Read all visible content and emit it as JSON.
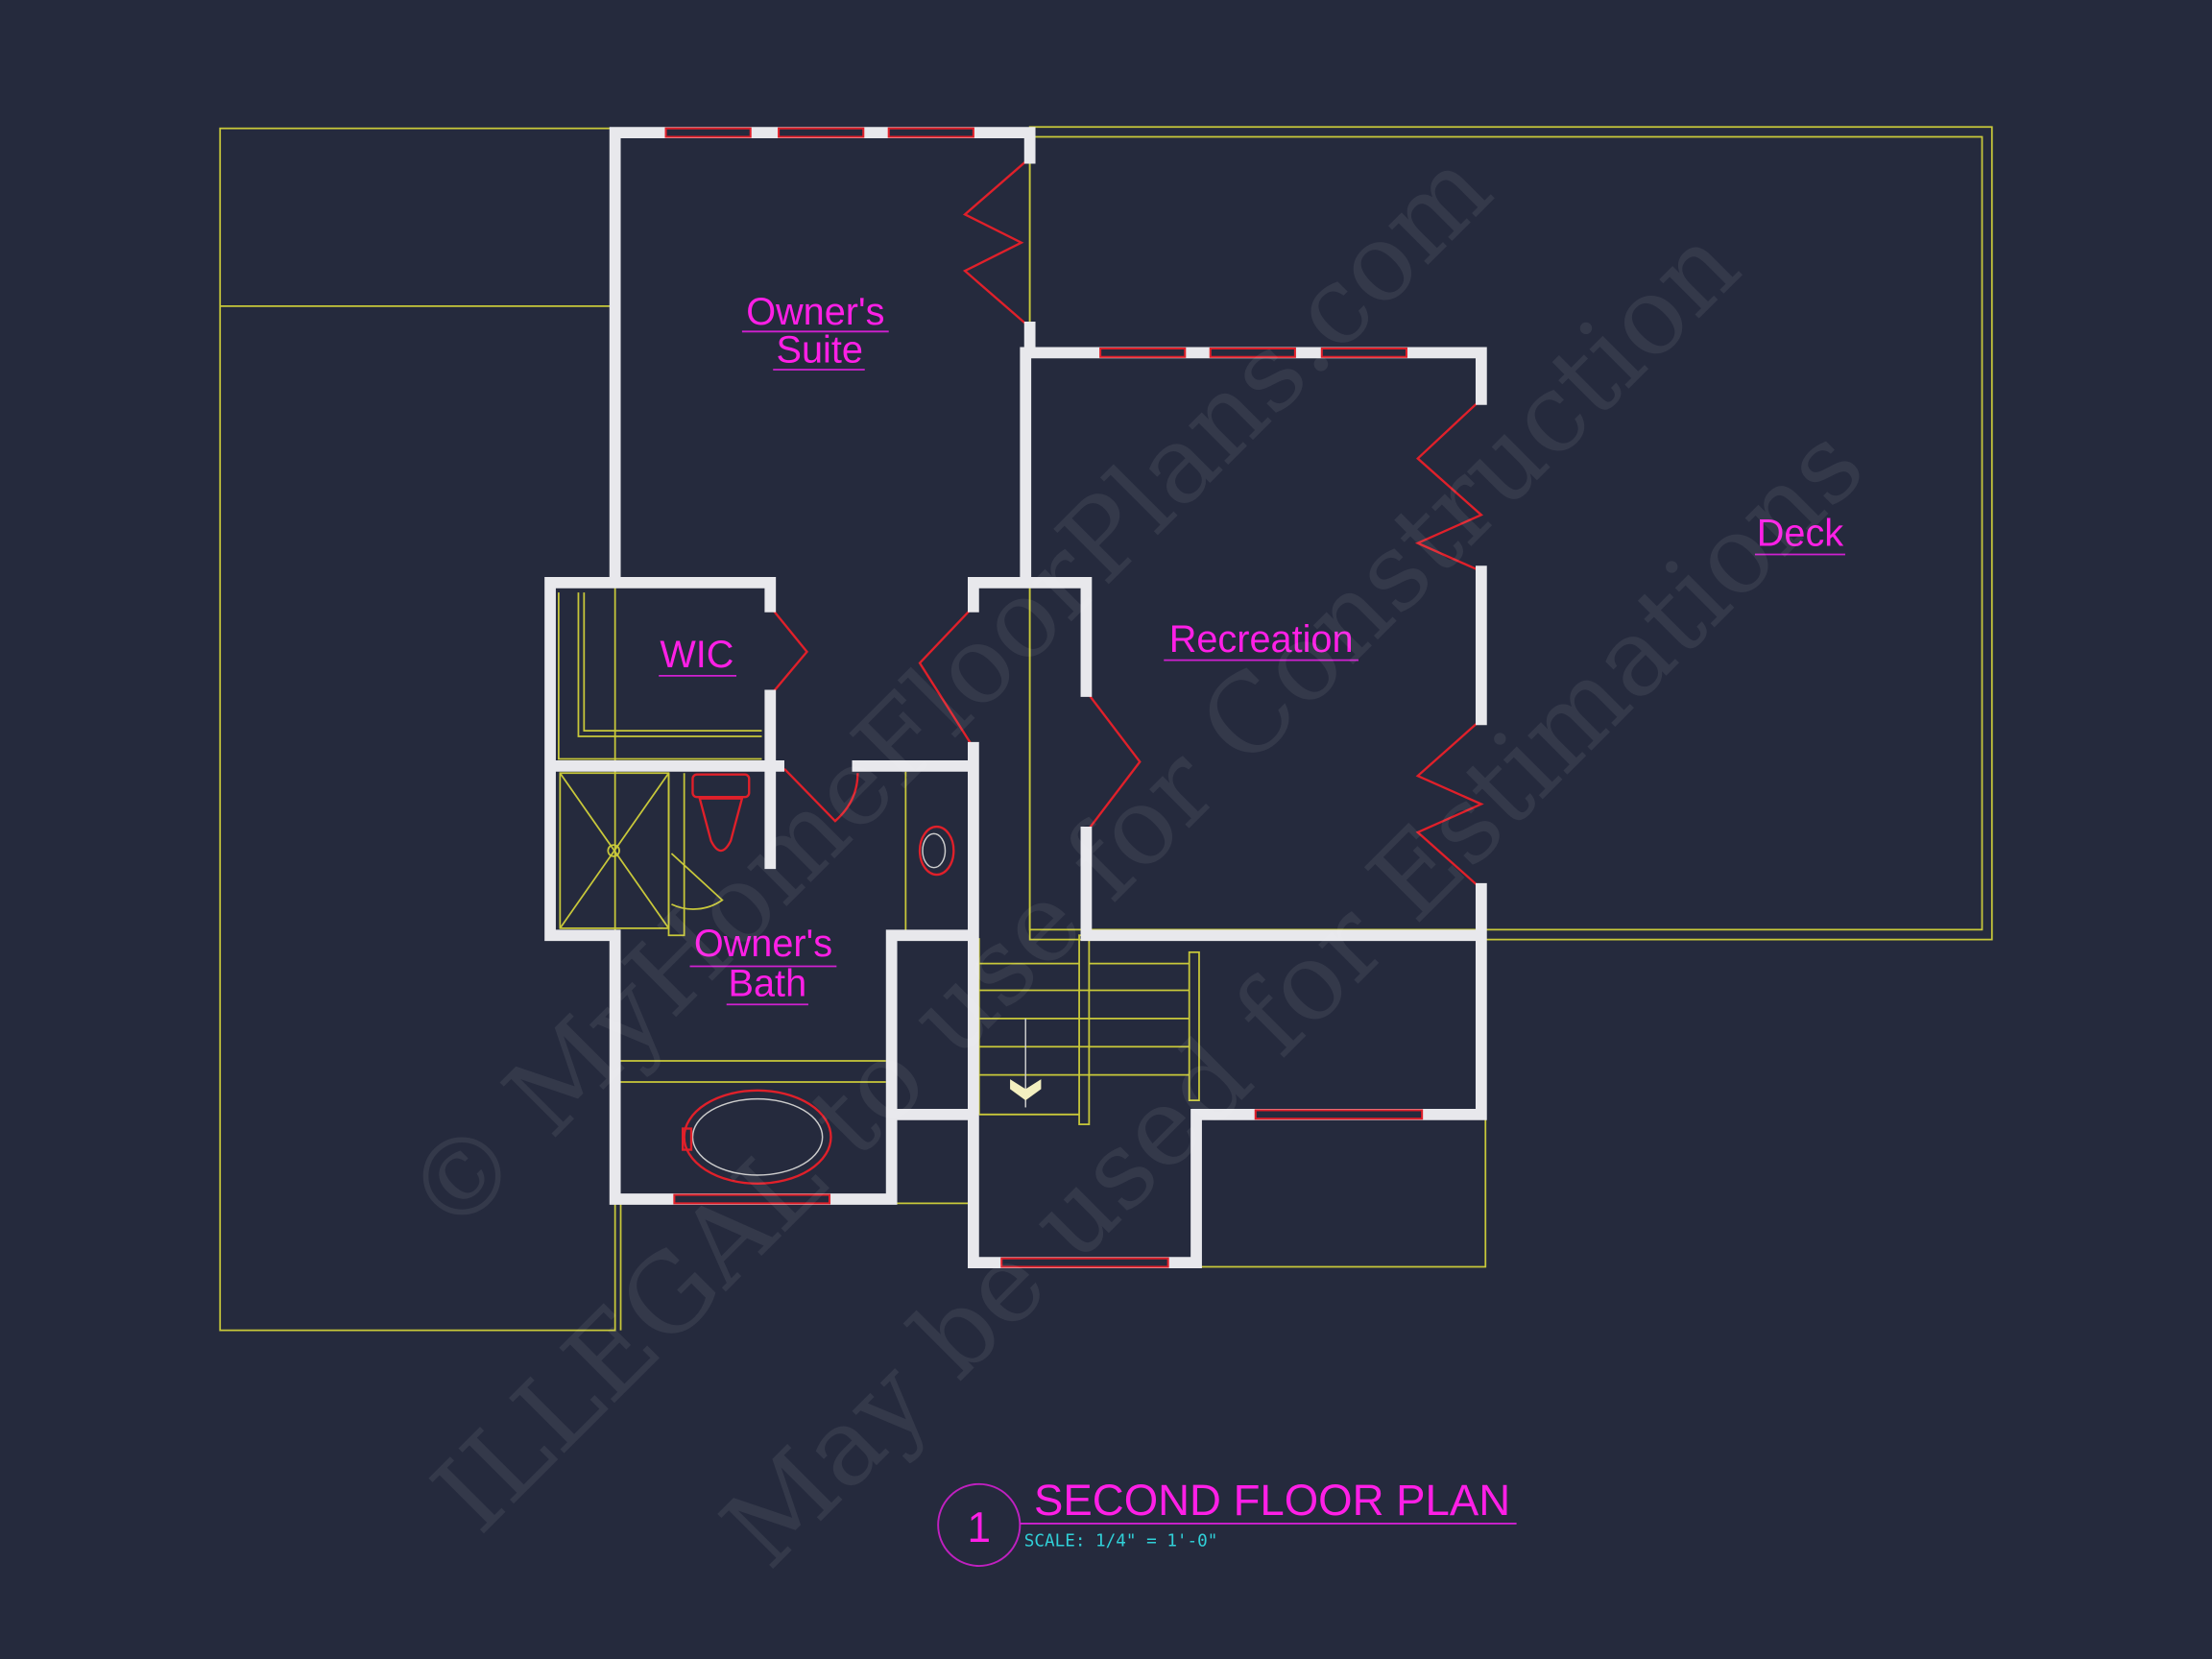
{
  "drawing": {
    "title": "SECOND FLOOR PLAN",
    "number": "1",
    "scale": "SCALE: 1/4\" = 1'-0\"",
    "rooms": [
      {
        "id": "owners-suite",
        "lines": [
          "Owner's",
          "Suite"
        ]
      },
      {
        "id": "wic",
        "lines": [
          "WIC"
        ]
      },
      {
        "id": "recreation",
        "lines": [
          "Recreation"
        ]
      },
      {
        "id": "deck",
        "lines": [
          "Deck"
        ]
      },
      {
        "id": "owners-bath",
        "lines": [
          "Owner's",
          "Bath"
        ]
      }
    ]
  },
  "watermark": [
    "© MyHomeFloorPlans.com",
    "ILLEGAL to use for Construction",
    "May be used for Estimations"
  ],
  "colors": {
    "background": "#252a3d",
    "walls": "#e8e8ec",
    "labels": "#ff1fe6",
    "fixtures": "#e0202a",
    "outlines": "#c8c83a",
    "scale": "#30d0d8"
  }
}
